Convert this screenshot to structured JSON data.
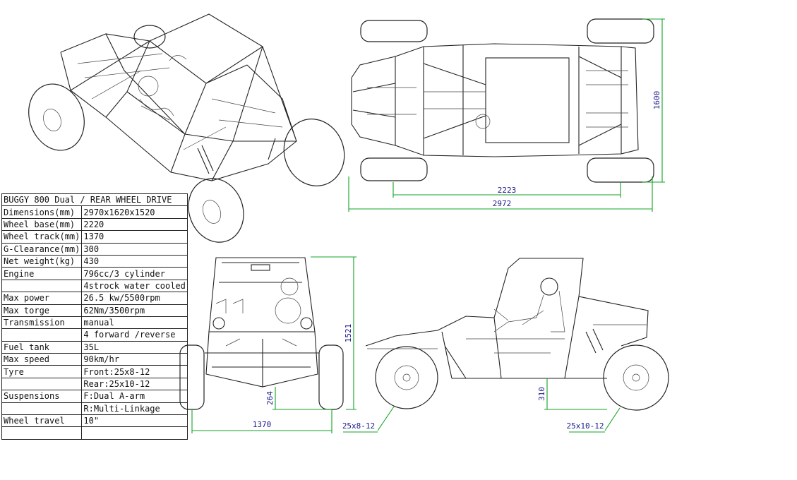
{
  "spec_table": {
    "title": "BUGGY 800 Dual / REAR WHEEL DRIVE",
    "rows": [
      {
        "label": "Dimensions(mm)",
        "value": "2970x1620x1520"
      },
      {
        "label": "Wheel base(mm)",
        "value": "2220"
      },
      {
        "label": "Wheel track(mm)",
        "value": "1370"
      },
      {
        "label": "G-Clearance(mm)",
        "value": "300"
      },
      {
        "label": "Net weight(kg)",
        "value": "430"
      },
      {
        "label": "Engine",
        "value": "796cc/3 cylinder"
      },
      {
        "label": "",
        "value": "4strock water cooled"
      },
      {
        "label": "Max power",
        "value": "26.5 kw/5500rpm"
      },
      {
        "label": "Max torge",
        "value": "62Nm/3500rpm"
      },
      {
        "label": "Transmission",
        "value": "manual"
      },
      {
        "label": "",
        "value": "4 forward /reverse"
      },
      {
        "label": "Fuel tank",
        "value": "35L"
      },
      {
        "label": "Max speed",
        "value": "90km/hr"
      },
      {
        "label": "Tyre",
        "value": "Front:25x8-12"
      },
      {
        "label": "",
        "value": "Rear:25x10-12"
      },
      {
        "label": "Suspensions",
        "value": "F:Dual A-arm"
      },
      {
        "label": "",
        "value": "R:Multi-Linkage"
      },
      {
        "label": "Wheel travel",
        "value": "10\""
      },
      {
        "label": "",
        "value": ""
      }
    ]
  },
  "dimensions": {
    "top_wheelbase": "2223",
    "top_length": "2972",
    "top_width": "1600",
    "front_track": "1370",
    "front_height": "1521",
    "front_clearance": "264",
    "side_clearance": "310",
    "front_tyre": "25x8-12",
    "rear_tyre": "25x10-12"
  },
  "colors": {
    "dimension_line": "#12a324",
    "dimension_text": "#1a1a8c",
    "drawing_line": "#222222"
  }
}
